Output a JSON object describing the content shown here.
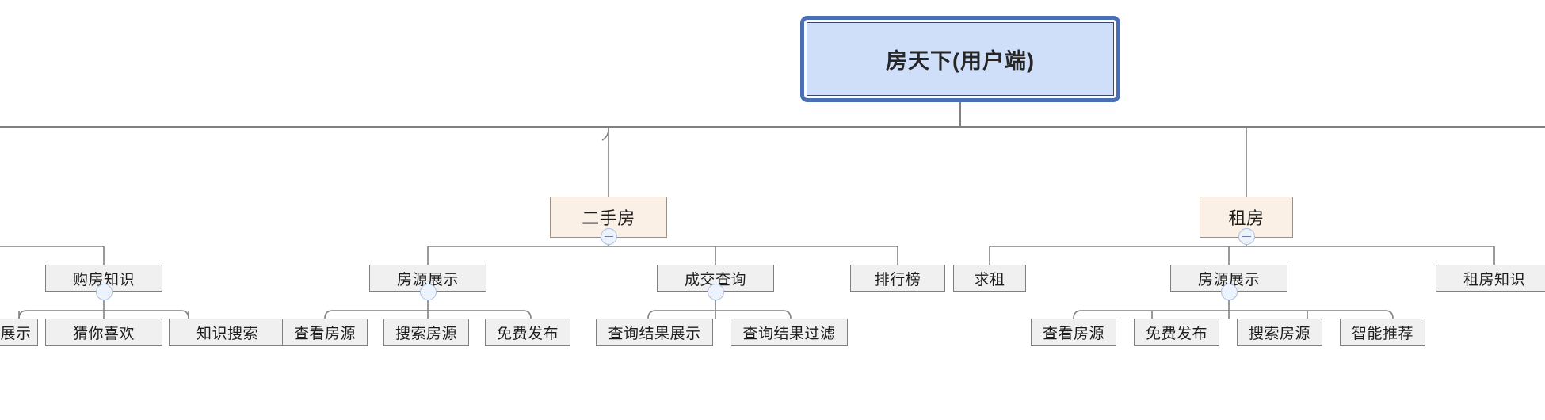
{
  "diagram": {
    "type": "org-tree-mindmap",
    "title": "房天下(用户端)",
    "colors": {
      "root_fill": "#cfdff9",
      "root_selection_ring": "#4a6fb5",
      "root_inner_border": "#36486b",
      "branch_fill": "#fbf0e6",
      "branch_border": "#9c8f83",
      "node_fill": "#f0f0f0",
      "node_border": "#808080",
      "connector": "#808080",
      "toggle_fill": "#eef3fb",
      "toggle_border": "#a9bfe0"
    }
  },
  "root": {
    "label": "房天下(用户端)"
  },
  "branches": [
    {
      "label": "二手房",
      "toggle": "collapse-minus"
    },
    {
      "label": "租房",
      "toggle": "collapse-minus"
    }
  ],
  "categories": [
    {
      "label": "购房知识",
      "toggle": "collapse-minus"
    },
    {
      "label": "房源展示",
      "toggle": "collapse-minus"
    },
    {
      "label": "成交查询",
      "toggle": "collapse-minus"
    },
    {
      "label": "排行榜",
      "toggle": null
    },
    {
      "label": "求租",
      "toggle": null
    },
    {
      "label": "房源展示",
      "toggle": "collapse-minus"
    },
    {
      "label": "租房知识",
      "toggle": null
    }
  ],
  "leaves": [
    {
      "label": "展示",
      "clipped": true
    },
    {
      "label": "猜你喜欢"
    },
    {
      "label": "知识搜索"
    },
    {
      "label": "查看房源"
    },
    {
      "label": "搜索房源"
    },
    {
      "label": "免费发布"
    },
    {
      "label": "查询结果展示"
    },
    {
      "label": "查询结果过滤"
    },
    {
      "label": "查看房源"
    },
    {
      "label": "免费发布"
    },
    {
      "label": "搜索房源"
    },
    {
      "label": "智能推荐"
    }
  ]
}
